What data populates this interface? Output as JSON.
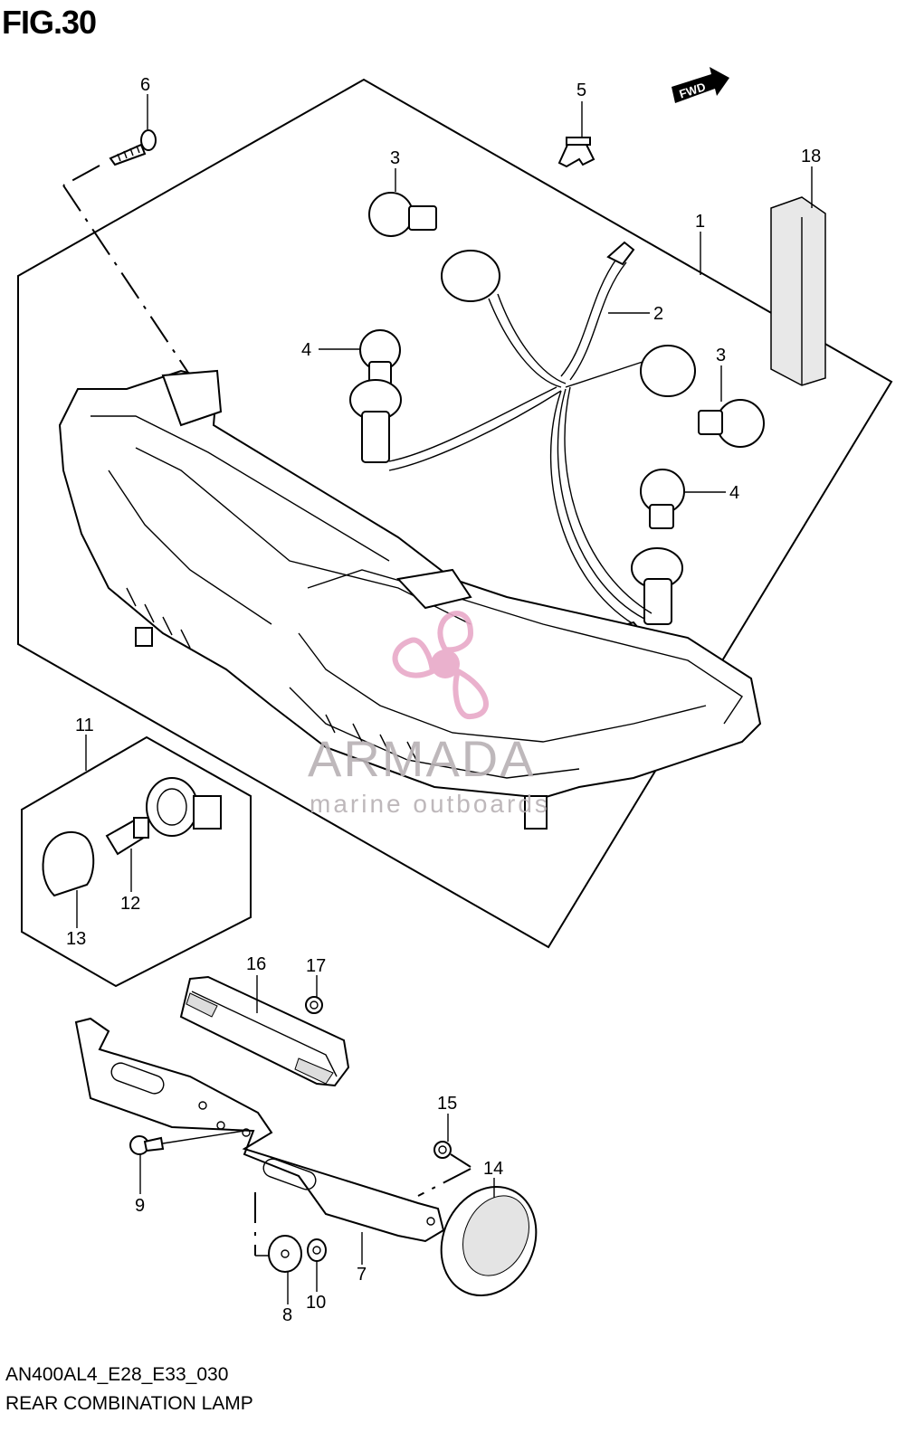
{
  "figure": {
    "title": "FIG.30",
    "model_code": "AN400AL4_E28_E33_030",
    "name": "REAR COMBINATION LAMP"
  },
  "direction_badge": "FWD",
  "watermark": {
    "brand": "ARMADA",
    "tagline": "marine outboards",
    "brand_color": "#e8a9c8"
  },
  "callouts": {
    "c1": "1",
    "c2": "2",
    "c3a": "3",
    "c3b": "3",
    "c4a": "4",
    "c4b": "4",
    "c5": "5",
    "c6": "6",
    "c7": "7",
    "c8": "8",
    "c9": "9",
    "c10": "10",
    "c11": "11",
    "c12": "12",
    "c13": "13",
    "c14": "14",
    "c15": "15",
    "c16": "16",
    "c17": "17",
    "c18": "18"
  }
}
